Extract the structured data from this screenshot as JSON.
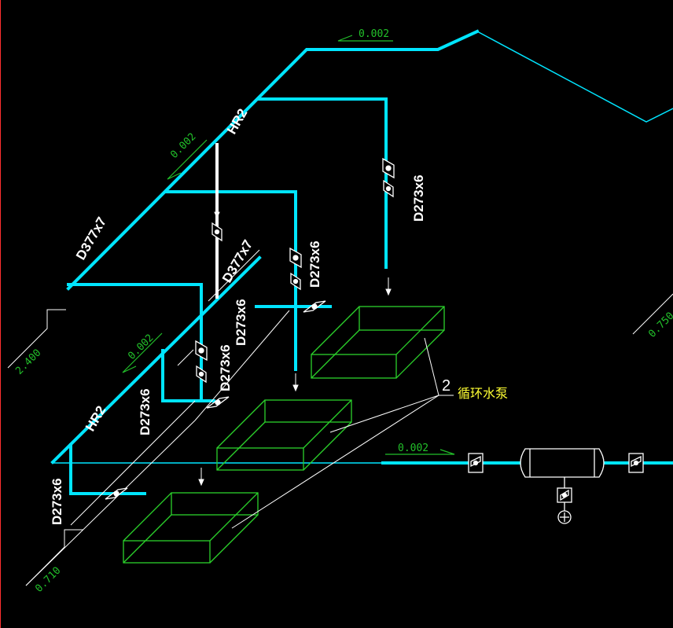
{
  "colors": {
    "background": "#000000",
    "pipe": "#00e5ff",
    "pipe_thin": "#00e5ff",
    "riser_white": "#ffffff",
    "label": "#ffffff",
    "slope": "#22c02a",
    "pump": "#2bd12b",
    "leader": "#ffffff",
    "note": "#ffff33",
    "frame_edge": "#ff3030"
  },
  "labels": {
    "slope_top": "0.002",
    "slope_mid": "0.002",
    "slope_left": "0.002",
    "slope_right": "0.002",
    "hr2_upper": "HR2",
    "hr2_lower": "HR2",
    "d377_main": "D377x7",
    "d377_branch": "D377x7",
    "d273_right": "D273x6",
    "d273_centre": "D273x6",
    "d273_mid": "D273x6",
    "d273_centre_left": "D273x6",
    "d273_left_branch": "D273x6",
    "d273_vertical_left": "D273x6",
    "elev_upper_left": "2.400",
    "elev_lower_left": "0.710",
    "elev_right": "0.750",
    "callout_number": "2",
    "callout_text": "循环水泵"
  }
}
